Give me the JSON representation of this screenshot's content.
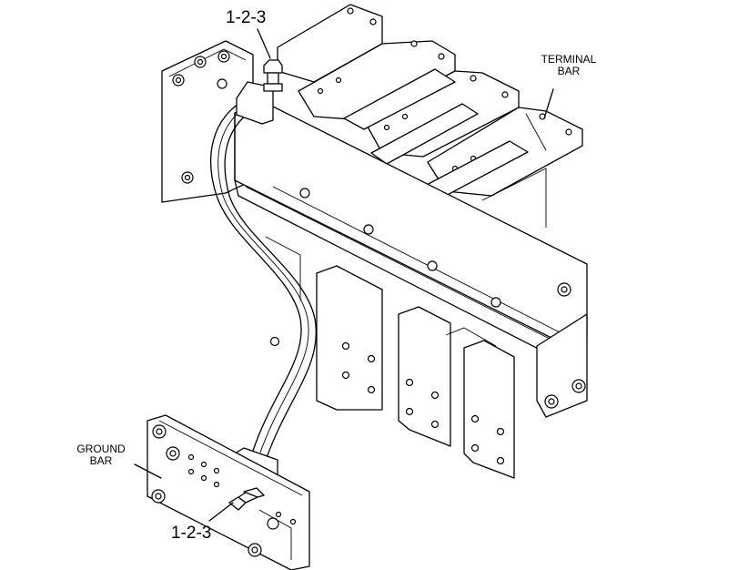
{
  "labels": {
    "top_callout": "1-2-3",
    "bottom_callout": "1-2-3",
    "terminal_bar_line1": "TERMINAL",
    "terminal_bar_line2": "BAR",
    "ground_bar_line1": "GROUND",
    "ground_bar_line2": "BAR"
  },
  "colors": {
    "ink": "#000000",
    "paper": "#ffffff"
  }
}
